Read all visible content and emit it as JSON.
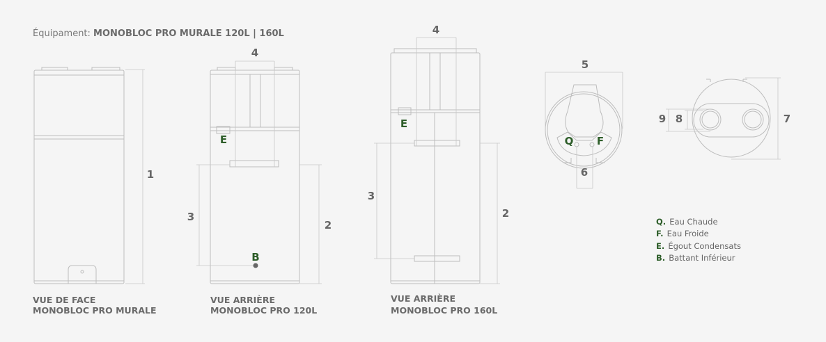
{
  "header": {
    "prefix": "Équipament: ",
    "model": "MONOBLOC PRO MURALE 120L | 160L"
  },
  "views": [
    {
      "caption_line1": "VUE DE FACE",
      "caption_line2": "MONOBLOC PRO MURALE",
      "dims": [
        "1"
      ]
    },
    {
      "caption_line1": "VUE ARRIÈRE",
      "caption_line2": "MONOBLOC PRO 120L",
      "dims": [
        "4",
        "3",
        "2"
      ],
      "markers": [
        "E",
        "B"
      ]
    },
    {
      "caption_line1": "VUE ARRIÈRE",
      "caption_line2": "MONOBLOC PRO 160L",
      "dims": [
        "4",
        "3",
        "2"
      ],
      "markers": [
        "E"
      ]
    },
    {
      "dims": [
        "5",
        "6"
      ],
      "markers": [
        "Q",
        "F"
      ]
    },
    {
      "dims": [
        "9",
        "8",
        "7"
      ]
    }
  ],
  "legend": [
    {
      "key": "Q.",
      "label": "Eau Chaude"
    },
    {
      "key": "F.",
      "label": "Eau Froide"
    },
    {
      "key": "E.",
      "label": "Égout Condensats"
    },
    {
      "key": "B.",
      "label": "Battant Inférieur"
    }
  ],
  "colors": {
    "accent": "#2e5e2a",
    "line": "#bdbdbd",
    "text": "#666666",
    "background": "#f5f5f5"
  }
}
